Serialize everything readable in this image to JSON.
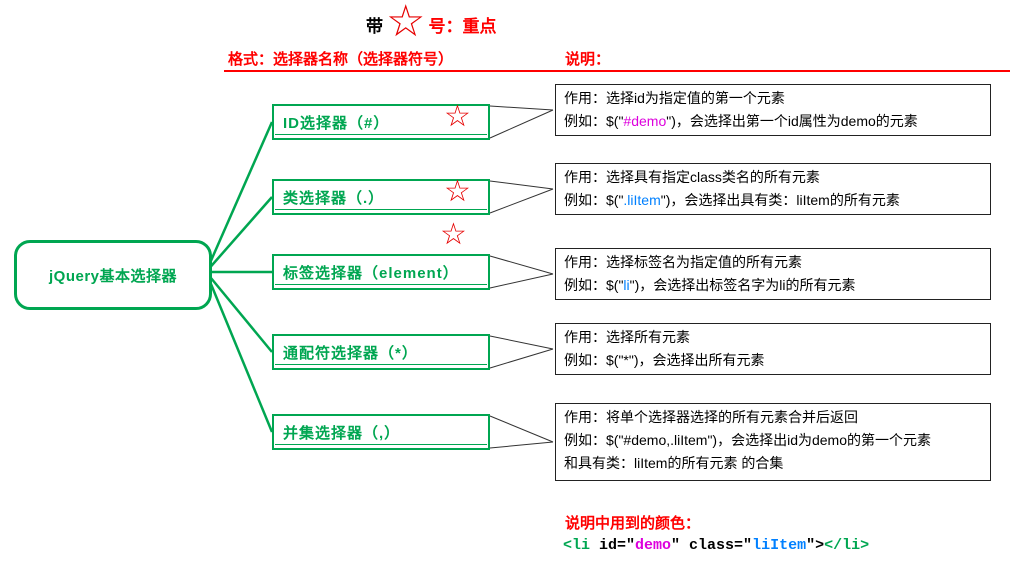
{
  "colors": {
    "green": "#00a651",
    "red": "#ff0000",
    "magenta": "#dd00dd",
    "blue": "#0080ff"
  },
  "icons": {
    "star": "☆"
  },
  "title": {
    "prefix": "带",
    "suffix": "号：重点"
  },
  "header": {
    "format_label": "格式：选择器名称（选择器符号）",
    "desc_label": "说明："
  },
  "root_node": {
    "label": "jQuery基本选择器"
  },
  "branches": [
    {
      "label": "ID选择器（#）",
      "starred": true,
      "desc": [
        [
          {
            "t": "作用：选择id为指定值的第一个元素"
          }
        ],
        [
          {
            "t": "例如：$(\""
          },
          {
            "t": "#demo",
            "c": "magenta"
          },
          {
            "t": "\")，会选择出第一个id属性为demo的元素"
          }
        ]
      ]
    },
    {
      "label": "类选择器（.）",
      "starred": true,
      "desc": [
        [
          {
            "t": "作用：选择具有指定class类名的所有元素"
          }
        ],
        [
          {
            "t": "例如：$(\""
          },
          {
            "t": ".liItem",
            "c": "blue"
          },
          {
            "t": "\")，会选择出具有类：liItem的所有元素"
          }
        ]
      ]
    },
    {
      "label": "标签选择器（element）",
      "starred": true,
      "desc": [
        [
          {
            "t": "作用：选择标签名为指定值的所有元素"
          }
        ],
        [
          {
            "t": "例如：$(\""
          },
          {
            "t": "li",
            "c": "blue"
          },
          {
            "t": "\")，会选择出标签名字为li的所有元素"
          }
        ]
      ]
    },
    {
      "label": "通配符选择器（*）",
      "starred": false,
      "desc": [
        [
          {
            "t": "作用：选择所有元素"
          }
        ],
        [
          {
            "t": "例如：$(\"*\")，会选择出所有元素"
          }
        ]
      ]
    },
    {
      "label": "并集选择器（,）",
      "starred": false,
      "desc": [
        [
          {
            "t": "作用：将单个选择器选择的所有元素合并后返回"
          }
        ],
        [
          {
            "t": "例如：$(\"#demo,.liItem\")，会选择出id为demo的第一个元素"
          }
        ],
        [
          {
            "t": "和具有类：liItem的所有元素 的合集"
          }
        ]
      ]
    }
  ],
  "legend": {
    "title": "说明中用到的颜色：",
    "code": [
      {
        "t": "<li ",
        "c": "green"
      },
      {
        "t": "id=\""
      },
      {
        "t": "demo",
        "c": "magenta"
      },
      {
        "t": "\" class=\""
      },
      {
        "t": "liItem",
        "c": "blue"
      },
      {
        "t": "\">"
      },
      {
        "t": "</li>",
        "c": "green"
      }
    ]
  }
}
